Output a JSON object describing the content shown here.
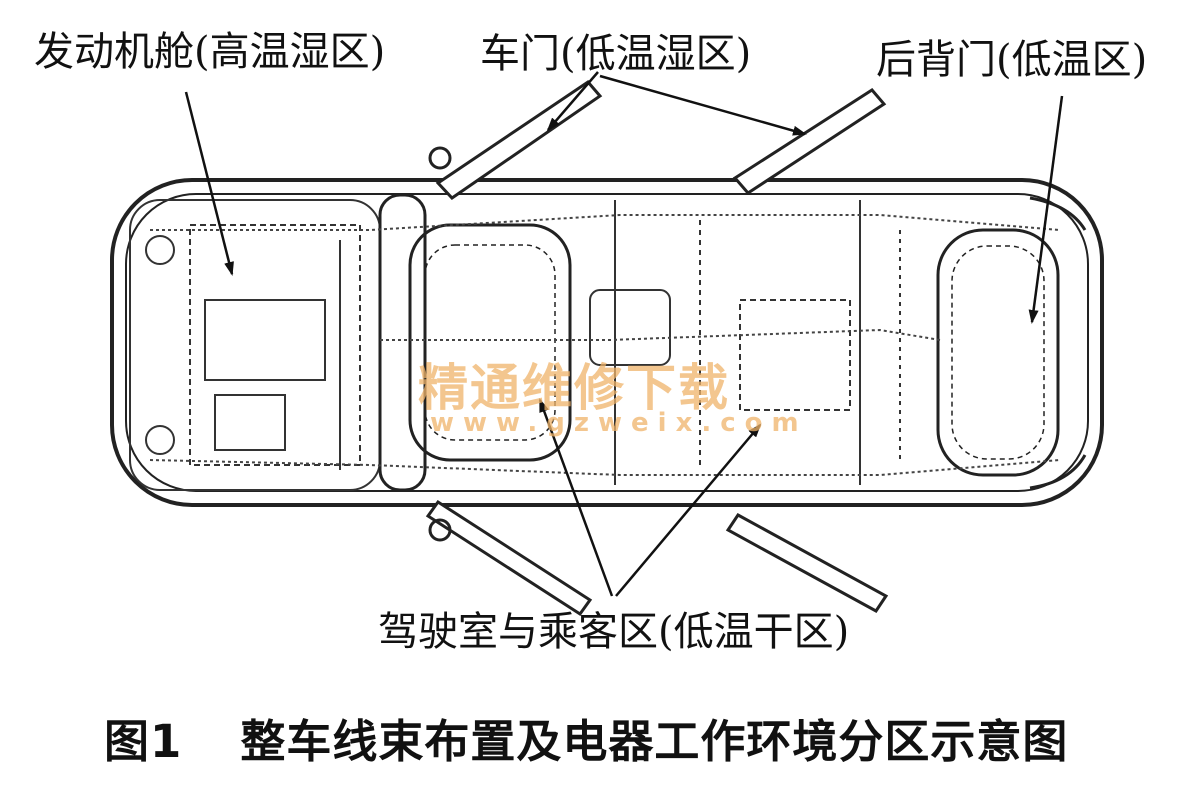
{
  "labels": {
    "engine": "发动机舱(高温湿区)",
    "door": "车门(低温湿区)",
    "back_door": "后背门(低温区)",
    "cabin": "驾驶室与乘客区(低温干区)"
  },
  "caption": {
    "figure_number": "图1",
    "title": "整车线束布置及电器工作环境分区示意图"
  },
  "watermark": {
    "text": "精通维修下载",
    "url": "www.gzweix.com"
  }
}
